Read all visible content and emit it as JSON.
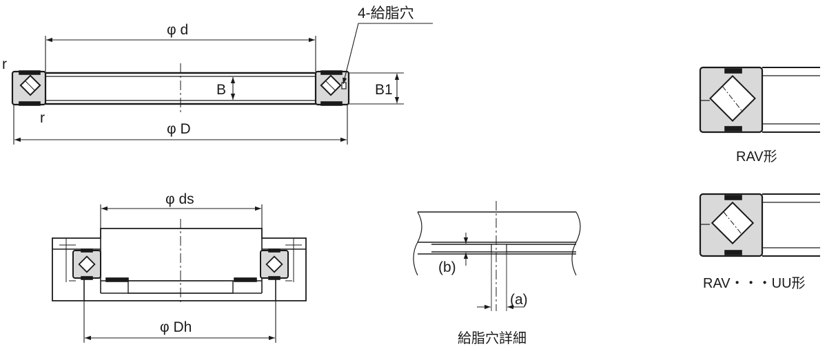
{
  "colors": {
    "line": "#1a1a1a",
    "section_fill": "#d9d9d9",
    "background": "#ffffff"
  },
  "top_view": {
    "inner_diameter_label": "φ d",
    "outer_diameter_label": "φ D",
    "inner_width_label": "B",
    "outer_width_label": "B1",
    "grease_hole_callout": "4-給脂穴",
    "radius_label_upper": "r",
    "radius_label_lower": "r"
  },
  "mount_view": {
    "shaft_diameter_label": "φ ds",
    "housing_diameter_label": "φ Dh"
  },
  "detail_view": {
    "label_a": "(a)",
    "label_b": "(b)",
    "caption": "給脂穴詳細"
  },
  "types": {
    "rav_caption": "RAV形",
    "rav_uu_caption": "RAV・・・UU形"
  }
}
